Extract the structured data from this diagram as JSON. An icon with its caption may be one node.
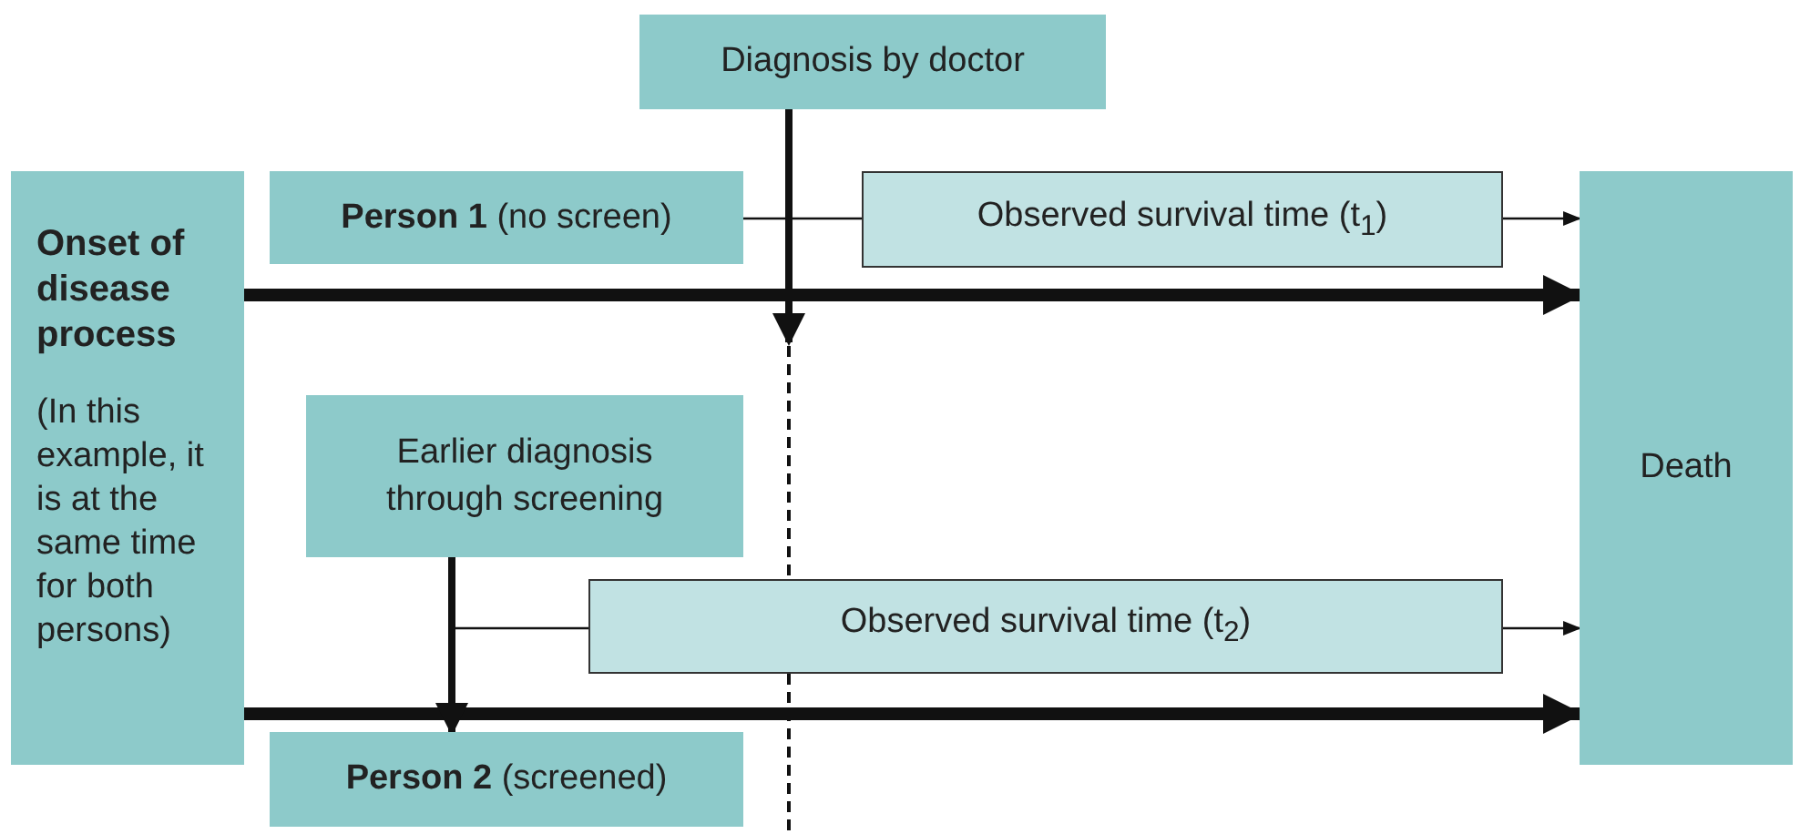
{
  "diagram": {
    "nodes": [
      {
        "text": [
          "Diagnosis by doctor"
        ]
      },
      {
        "text": [
          "Onset of disease process",
          "(In this example, it is at the same time for both persons)"
        ]
      },
      {
        "text": [
          "**Person 1** (no screen)"
        ]
      },
      {
        "text": [
          "Observed survival time (t$_{1}$)"
        ]
      },
      {
        "text": [
          "Death"
        ]
      },
      {
        "text": [
          "Earlier diagnosis through screening"
        ]
      },
      {
        "text": [
          "Observed survival time (t$_{2}$)"
        ]
      },
      {
        "text": [
          "**Person 2** (screened)"
        ]
      }
    ],
    "edges": [
      {
        "from": 1,
        "to": 4,
        "arrow": "to",
        "style": "thick"
      },
      {
        "from": 1,
        "to": 4,
        "arrow": "to",
        "style": "thick"
      },
      {
        "from": 2,
        "to": 3,
        "arrow": "none"
      },
      {
        "from": 3,
        "to": 4,
        "arrow": "to"
      },
      {
        "from": 0,
        "to": null,
        "arrow": "to",
        "style": "thick"
      },
      {
        "from": 5,
        "to": 7,
        "arrow": "to",
        "style": "thick"
      },
      {
        "from": 5,
        "to": 6,
        "arrow": "none"
      },
      {
        "from": 6,
        "to": 4,
        "arrow": "to"
      }
    ]
  }
}
